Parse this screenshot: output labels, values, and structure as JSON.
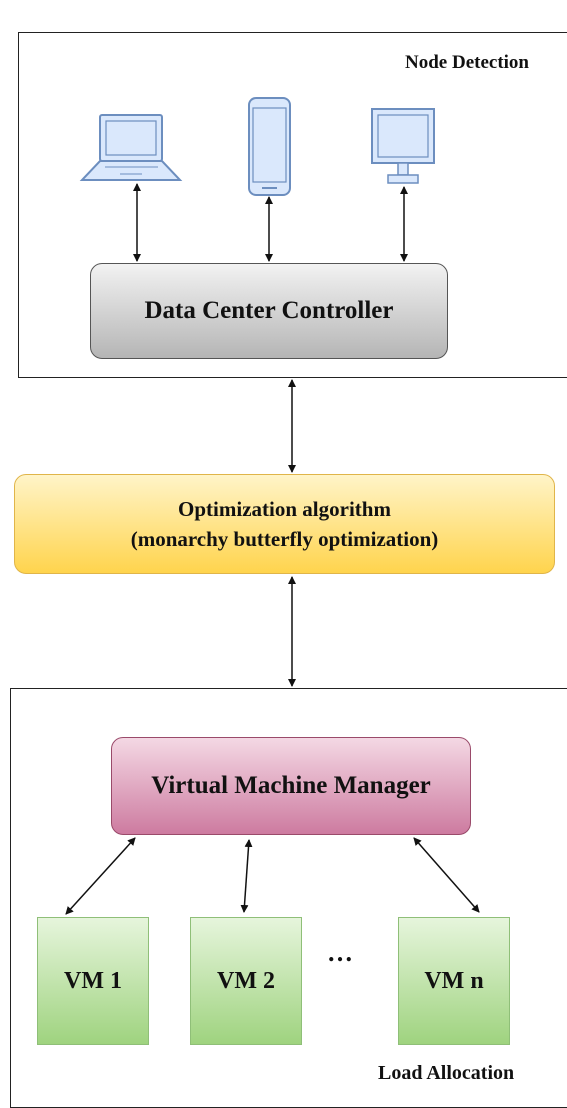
{
  "top_section": {
    "label": "Node Detection",
    "devices": [
      {
        "name": "laptop-icon"
      },
      {
        "name": "smartphone-icon"
      },
      {
        "name": "monitor-icon"
      }
    ],
    "controller": "Data Center Controller"
  },
  "middle_section": {
    "line1": "Optimization algorithm",
    "line2": "(monarchy butterfly optimization)"
  },
  "bottom_section": {
    "manager": "Virtual Machine Manager",
    "vms": [
      "VM 1",
      "VM 2",
      "VM n"
    ],
    "ellipsis": "…",
    "label": "Load Allocation"
  },
  "colors": {
    "device_fill": "#dae8fc",
    "device_stroke": "#6c8ebf",
    "controller": "#c8c8c8",
    "optimizer": "#ffd966",
    "manager": "#e6a0c0",
    "vm": "#b9e0a5"
  }
}
